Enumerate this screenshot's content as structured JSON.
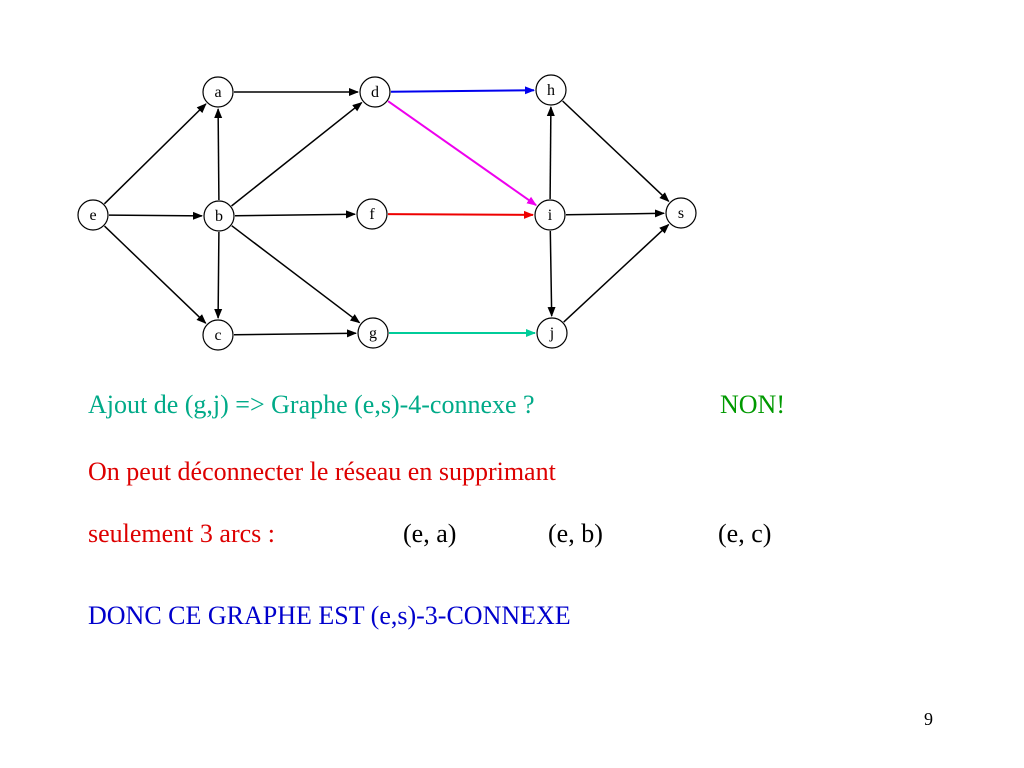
{
  "graph": {
    "nodes": [
      {
        "id": "a",
        "label": "a"
      },
      {
        "id": "d",
        "label": "d"
      },
      {
        "id": "h",
        "label": "h"
      },
      {
        "id": "e",
        "label": "e"
      },
      {
        "id": "b",
        "label": "b"
      },
      {
        "id": "f",
        "label": "f"
      },
      {
        "id": "i",
        "label": "i"
      },
      {
        "id": "s",
        "label": "s"
      },
      {
        "id": "c",
        "label": "c"
      },
      {
        "id": "g",
        "label": "g"
      },
      {
        "id": "j",
        "label": "j"
      }
    ],
    "edges": [
      {
        "from": "e",
        "to": "a",
        "color": "#000000"
      },
      {
        "from": "e",
        "to": "b",
        "color": "#000000"
      },
      {
        "from": "e",
        "to": "c",
        "color": "#000000"
      },
      {
        "from": "b",
        "to": "a",
        "color": "#000000"
      },
      {
        "from": "b",
        "to": "c",
        "color": "#000000"
      },
      {
        "from": "a",
        "to": "d",
        "color": "#000000"
      },
      {
        "from": "b",
        "to": "d",
        "color": "#000000"
      },
      {
        "from": "b",
        "to": "f",
        "color": "#000000"
      },
      {
        "from": "b",
        "to": "g",
        "color": "#000000"
      },
      {
        "from": "c",
        "to": "g",
        "color": "#000000"
      },
      {
        "from": "d",
        "to": "h",
        "color": "#0000ee"
      },
      {
        "from": "d",
        "to": "i",
        "color": "#ee00ee"
      },
      {
        "from": "f",
        "to": "i",
        "color": "#ee0000"
      },
      {
        "from": "g",
        "to": "j",
        "color": "#00cc99"
      },
      {
        "from": "i",
        "to": "h",
        "color": "#000000"
      },
      {
        "from": "i",
        "to": "s",
        "color": "#000000"
      },
      {
        "from": "i",
        "to": "j",
        "color": "#000000"
      },
      {
        "from": "h",
        "to": "s",
        "color": "#000000"
      },
      {
        "from": "j",
        "to": "s",
        "color": "#000000"
      }
    ]
  },
  "text": {
    "question": "Ajout de (g,j) => Graphe (e,s)-4-connexe ?",
    "answer": "NON!",
    "explanation_line1": "On peut déconnecter le réseau en supprimant",
    "explanation_line2": "seulement 3 arcs :",
    "arc1": "(e, a)",
    "arc2": "(e, b)",
    "arc3": "(e, c)",
    "conclusion_part1": "DONC CE GRAPHE EST ",
    "conclusion_part2": "(e,s)-3-",
    "conclusion_part3": "CONNEXE"
  },
  "colors": {
    "question": "#00aa88",
    "answer": "#009900",
    "explanation": "#dd0000",
    "arcs": "#000000",
    "conclusion": "#0000cc"
  },
  "page_number": "9"
}
